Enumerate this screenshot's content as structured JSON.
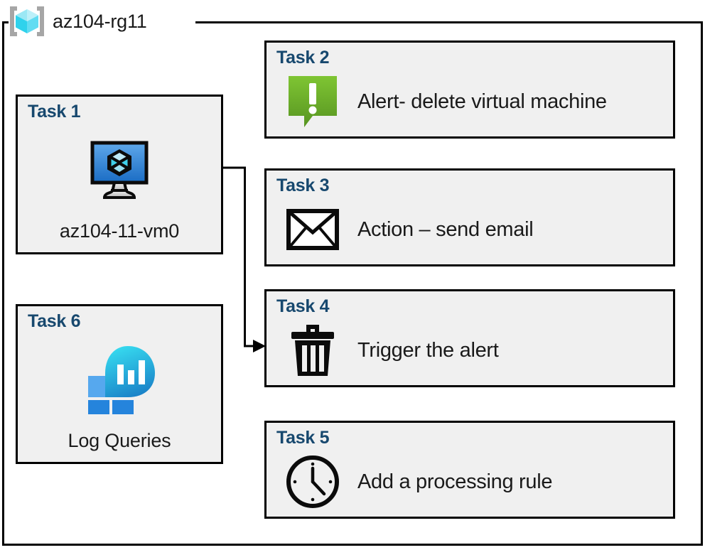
{
  "resource_group": {
    "name": "az104-rg11",
    "icon": "resource-group-cube-icon",
    "border_color": "#000000"
  },
  "theme": {
    "card_background": "#F0F0F0",
    "card_border": "#000000",
    "task_title_color": "#17486E",
    "page_background": "#FFFFFF",
    "alert_green_light": "#7CC230",
    "alert_green_dark": "#5B9A25",
    "vm_blue_light": "#5BA4E8",
    "vm_blue_dark": "#1E70C8",
    "log_cyan": "#32D4E6",
    "log_blue": "#1F8CD8"
  },
  "cards": {
    "task1": {
      "title": "Task 1",
      "caption": "az104-11-vm0",
      "icon": "virtual-machine-icon"
    },
    "task2": {
      "title": "Task 2",
      "caption": "Alert- delete virtual machine",
      "icon": "alert-exclamation-icon"
    },
    "task3": {
      "title": "Task 3",
      "caption": "Action – send email",
      "icon": "envelope-icon"
    },
    "task4": {
      "title": "Task 4",
      "caption": "Trigger the alert",
      "icon": "trash-delete-icon"
    },
    "task5": {
      "title": "Task 5",
      "caption": "Add a processing rule",
      "icon": "clock-icon"
    },
    "task6": {
      "title": "Task 6",
      "caption": "Log Queries",
      "icon": "log-analytics-icon"
    }
  },
  "connector": {
    "from": "task1-virtual-machine-icon",
    "to": "task4-card",
    "style": "elbow-with-arrowhead"
  }
}
